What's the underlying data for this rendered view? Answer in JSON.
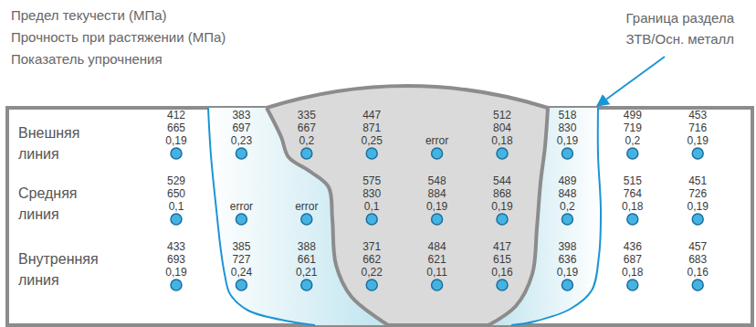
{
  "diagram": {
    "labels": [
      "Предел текучести (МПа)",
      "Прочность при растяжении (МПа)",
      "Показатель упрочнения",
      "Граница раздела ЗТВ/Осн. металл",
      "Внешняя линия",
      "Средняя линия",
      "Внутренняя линия",
      "412",
      "665",
      "0,19",
      "383",
      "697",
      "0,23",
      "335",
      "667",
      "0,2",
      "447",
      "871",
      "0,25",
      "error",
      "512",
      "804",
      "0,18",
      "518",
      "830",
      "0,19",
      "499",
      "719",
      "0,2",
      "453",
      "716",
      "0,19",
      "529",
      "650",
      "0,1",
      "error",
      "error",
      "575",
      "830",
      "0,1",
      "548",
      "884",
      "0,19",
      "544",
      "868",
      "0,19",
      "489",
      "848",
      "0,2",
      "515",
      "764",
      "0,18",
      "451",
      "726",
      "0,19",
      "433",
      "693",
      "0,19",
      "385",
      "727",
      "0,24",
      "388",
      "661",
      "0,21",
      "371",
      "662",
      "0,22",
      "484",
      "621",
      "0,11",
      "417",
      "615",
      "0,16",
      "398",
      "636",
      "0,19",
      "436",
      "687",
      "0,18",
      "457",
      "683",
      "0,16"
    ]
  }
}
